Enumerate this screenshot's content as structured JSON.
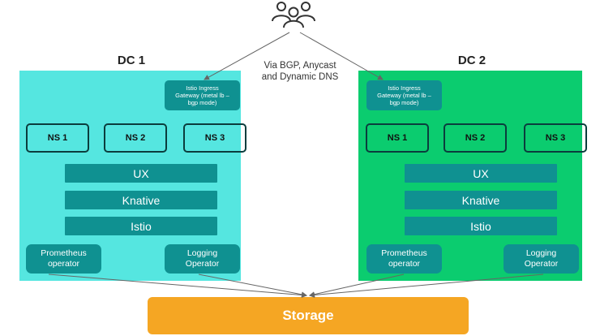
{
  "colors": {
    "dc1_bg": "#55e6e0",
    "dc2_bg": "#0bcc6f",
    "teal_box": "#0f9191",
    "storage": "#f5a623",
    "arrow": "#666666"
  },
  "icons": {
    "users": "users-icon"
  },
  "connection_note": [
    "Via BGP, Anycast",
    "and Dynamic DNS"
  ],
  "dc1": {
    "title": "DC 1",
    "gateway": [
      "Istio Ingress",
      "Gateway (metal lb –",
      "bgp mode)"
    ],
    "namespaces": [
      "NS 1",
      "NS 2",
      "NS 3"
    ],
    "layers": [
      "UX",
      "Knative",
      "Istio"
    ],
    "operators": [
      [
        "Prometheus",
        "operator"
      ],
      [
        "Logging",
        "Operator"
      ]
    ]
  },
  "dc2": {
    "title": "DC 2",
    "gateway": [
      "Istio Ingress",
      "Gateway (metal lb –",
      "bgp mode)"
    ],
    "namespaces": [
      "NS 1",
      "NS 2",
      "NS 3"
    ],
    "layers": [
      "UX",
      "Knative",
      "Istio"
    ],
    "operators": [
      [
        "Prometheus",
        "operator"
      ],
      [
        "Logging",
        "Operator"
      ]
    ]
  },
  "storage": {
    "label": "Storage"
  }
}
